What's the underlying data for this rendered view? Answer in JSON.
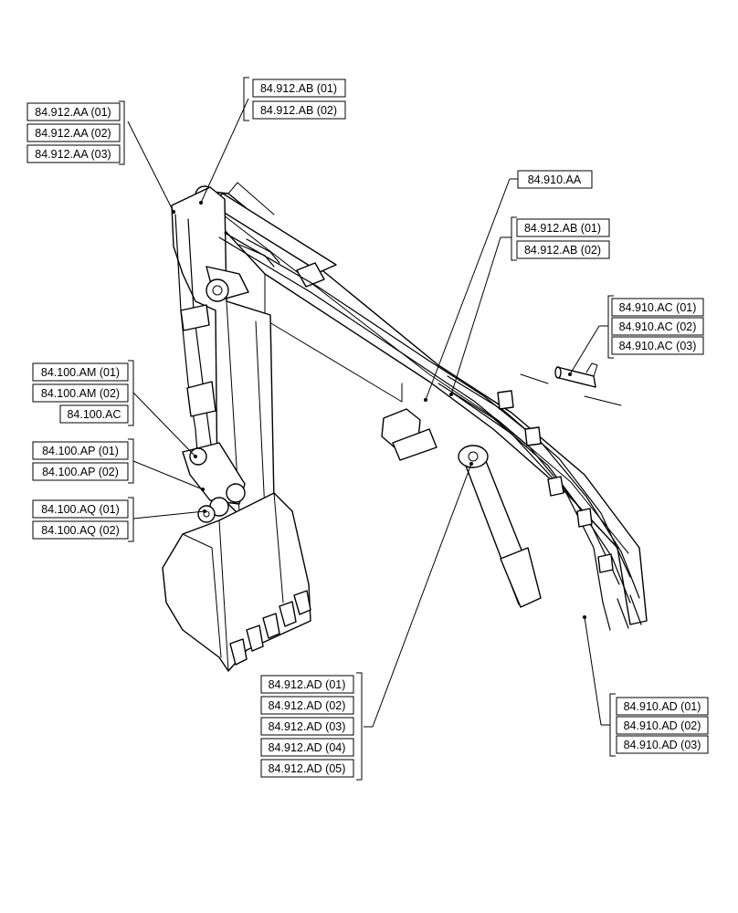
{
  "colors": {
    "line": "#000000",
    "background": "#ffffff"
  },
  "callouts": {
    "aa": [
      "84.912.AA (01)",
      "84.912.AA (02)",
      "84.912.AA (03)"
    ],
    "ab1": [
      "84.912.AB (01)",
      "84.912.AB (02)"
    ],
    "ab2": [
      "84.912.AB (01)",
      "84.912.AB (02)"
    ],
    "f910aa": [
      "84.910.AA"
    ],
    "ac910": [
      "84.910.AC (01)",
      "84.910.AC (02)",
      "84.910.AC (03)"
    ],
    "am": [
      "84.100.AM (01)",
      "84.100.AM (02)"
    ],
    "ac100": [
      "84.100.AC"
    ],
    "ap": [
      "84.100.AP (01)",
      "84.100.AP (02)"
    ],
    "aq": [
      "84.100.AQ (01)",
      "84.100.AQ (02)"
    ],
    "ad912": [
      "84.912.AD (01)",
      "84.912.AD (02)",
      "84.912.AD (03)",
      "84.912.AD (04)",
      "84.912.AD (05)"
    ],
    "ad910": [
      "84.910.AD (01)",
      "84.910.AD (02)",
      "84.910.AD (03)"
    ]
  }
}
